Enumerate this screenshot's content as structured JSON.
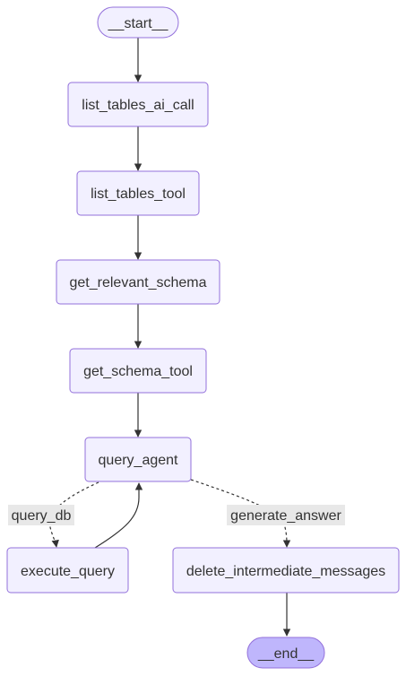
{
  "nodes": {
    "start": "__start__",
    "list_tables_ai_call": "list_tables_ai_call",
    "list_tables_tool": "list_tables_tool",
    "get_relevant_schema": "get_relevant_schema",
    "get_schema_tool": "get_schema_tool",
    "query_agent": "query_agent",
    "execute_query": "execute_query",
    "delete_intermediate_messages": "delete_intermediate_messages",
    "end": "__end__"
  },
  "edge_labels": {
    "query_db": "query_db",
    "generate_answer": "generate_answer"
  },
  "colors": {
    "node_fill": "#f2f0ff",
    "node_stroke": "#9370db",
    "end_fill": "#bfb6fc",
    "edge": "#333333",
    "label_bg": "#e8e8e8"
  }
}
